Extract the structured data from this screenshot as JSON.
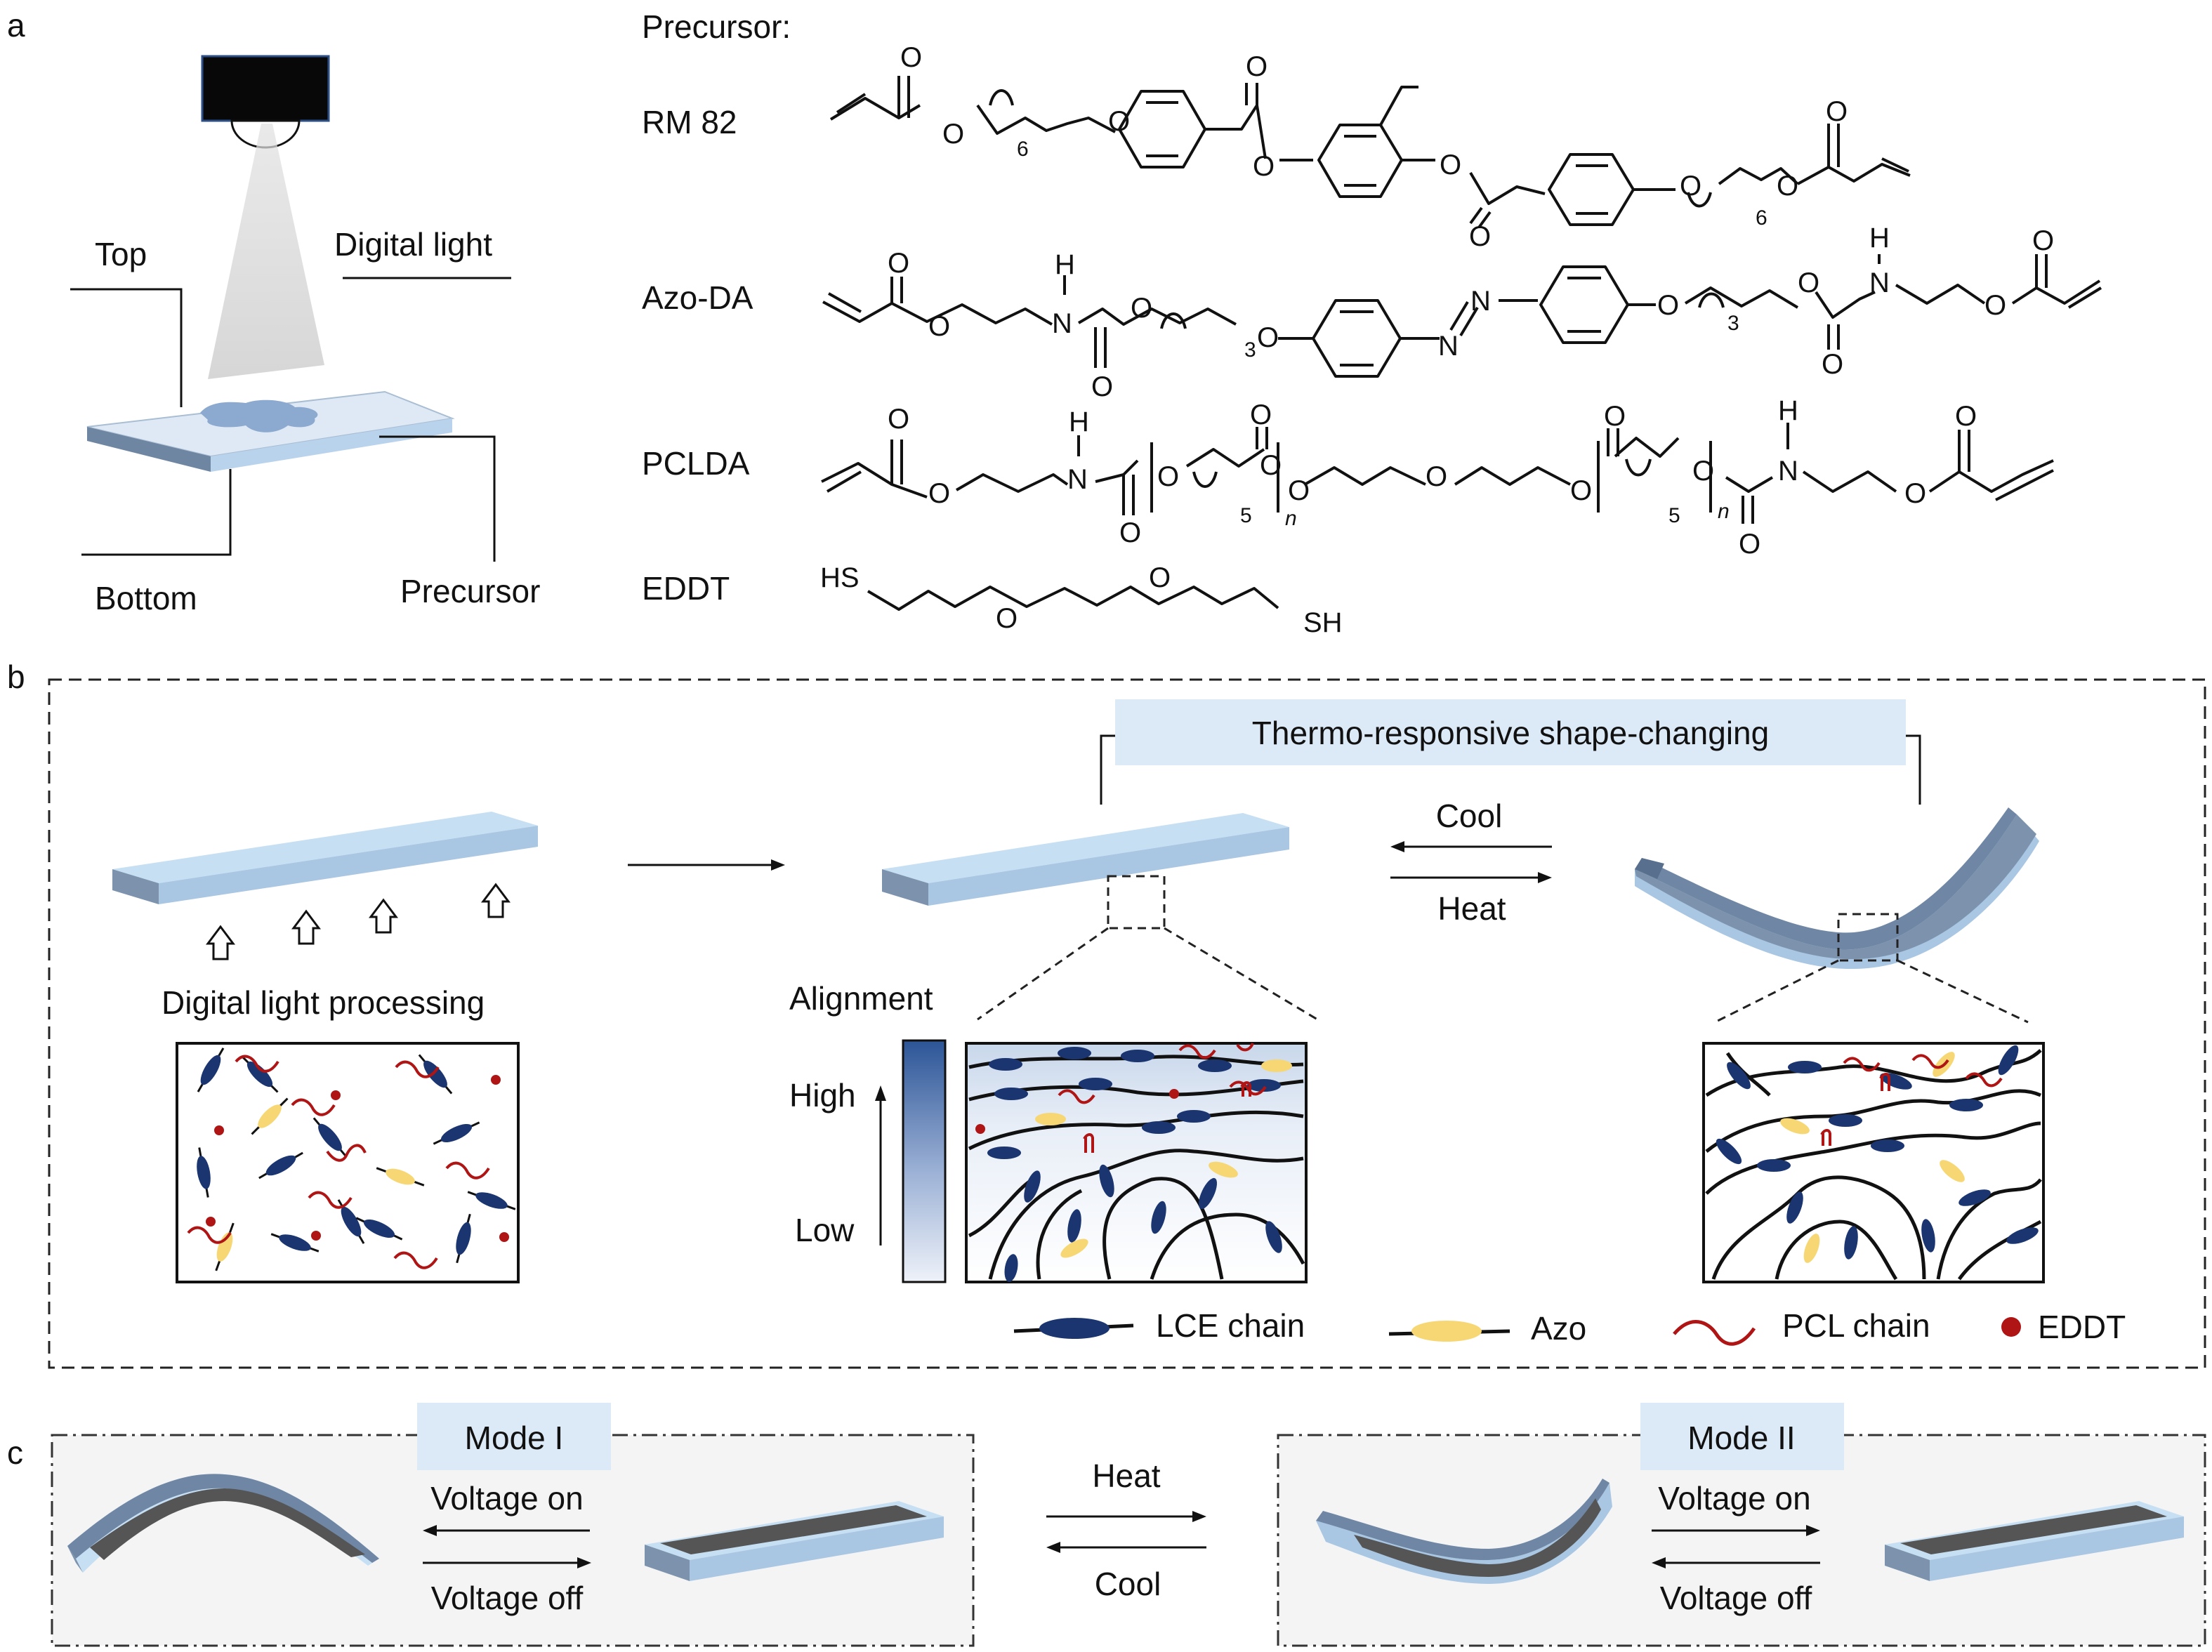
{
  "panel_labels": {
    "a": "a",
    "b": "b",
    "c": "c"
  },
  "panel_a": {
    "setup": {
      "top": "Top",
      "digital_light": "Digital light",
      "bottom": "Bottom",
      "precursor": "Precursor"
    },
    "precursor_heading": "Precursor:",
    "molecules": [
      "RM 82",
      "Azo-DA",
      "PCLDA",
      "EDDT"
    ],
    "atoms": {
      "O": "O",
      "N": "N",
      "H": "H",
      "HS": "HS",
      "SH": "SH"
    },
    "subscripts": {
      "six": "6",
      "three": "3",
      "five": "5",
      "n": "n"
    }
  },
  "panel_b": {
    "dlp_label": "Digital light processing",
    "thermo_label": "Thermo-responsive shape-changing",
    "cool": "Cool",
    "heat": "Heat",
    "alignment": {
      "title": "Alignment",
      "high": "High",
      "low": "Low"
    },
    "legend": [
      "LCE chain",
      "Azo",
      "PCL chain",
      "EDDT"
    ]
  },
  "panel_c": {
    "mode1": "Mode I",
    "mode2": "Mode II",
    "voltage_on": "Voltage on",
    "voltage_off": "Voltage off",
    "heat": "Heat",
    "cool": "Cool"
  },
  "colors": {
    "lce": "#1a3570",
    "azo": "#f7d774",
    "pcl": "#b01515",
    "eddt": "#b01515",
    "slab_top": "#c6dff3",
    "slab_side": "#7d93ad",
    "banner": "#dce9f6"
  }
}
